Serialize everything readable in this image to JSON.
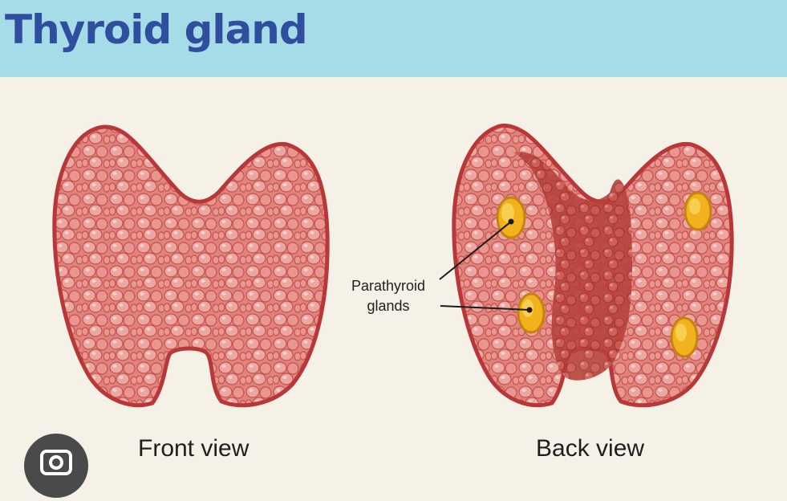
{
  "title": "Thyroid gland",
  "views": {
    "front": "Front view",
    "back": "Back view"
  },
  "callout": {
    "line1": "Parathyroid",
    "line2": "glands"
  },
  "colors": {
    "header_bg": "#a6dbe8",
    "title": "#2f4f9e",
    "tissue_dark": "#b83a35",
    "tissue_mid": "#d4605a",
    "tissue_light": "#eb9d98",
    "parathyroid": "#f2b21e"
  },
  "icons": {
    "lens_button": "camera-search-icon"
  }
}
